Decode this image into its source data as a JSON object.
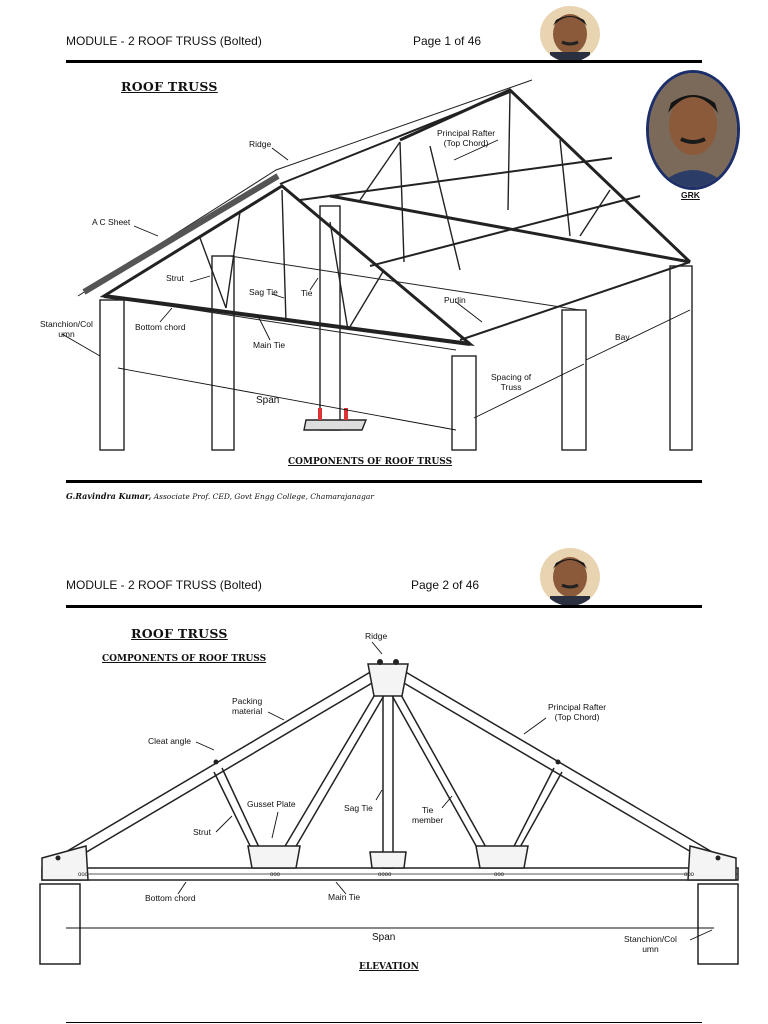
{
  "page1": {
    "module": "MODULE - 2 ROOF TRUSS (Bolted)",
    "page": "Page 1 of 46",
    "title": "ROOF TRUSS",
    "caption": "COMPONENTS OF ROOF TRUSS",
    "author_tag": "GRK",
    "labels": {
      "ridge": "Ridge",
      "principal_rafter_1": "Principal Rafter",
      "principal_rafter_2": "(Top Chord)",
      "ac_sheet": "A C Sheet",
      "strut": "Strut",
      "sag_tie": "Sag Tie",
      "tie": "Tie",
      "purlin": "Purlin",
      "stanchion_1": "Stanchion/Col",
      "stanchion_2": "umn",
      "bottom_chord": "Bottom chord",
      "main_tie": "Main Tie",
      "bay": "Bay",
      "spacing_1": "Spacing of",
      "spacing_2": "Truss",
      "span": "Span"
    }
  },
  "footer": {
    "name": "G.Ravindra Kumar,",
    "affiliation": "Associate  Prof. CED, Govt Engg College, Chamarajanagar"
  },
  "page2": {
    "module": "MODULE - 2 ROOF TRUSS (Bolted)",
    "page": "Page 2 of 46",
    "title": "ROOF TRUSS",
    "subtitle": "COMPONENTS OF ROOF TRUSS",
    "caption": "ELEVATION",
    "labels": {
      "ridge": "Ridge",
      "packing_1": "Packing",
      "packing_2": "material",
      "principal_rafter_1": "Principal Rafter",
      "principal_rafter_2": "(Top Chord)",
      "cleat_angle": "Cleat angle",
      "gusset_plate": "Gusset Plate",
      "sag_tie": "Sag Tie",
      "tie_member_1": "Tie",
      "tie_member_2": "member",
      "strut": "Strut",
      "bottom_chord": "Bottom chord",
      "main_tie": "Main Tie",
      "span": "Span",
      "stanchion_1": "Stanchion/Col",
      "stanchion_2": "umn"
    }
  }
}
